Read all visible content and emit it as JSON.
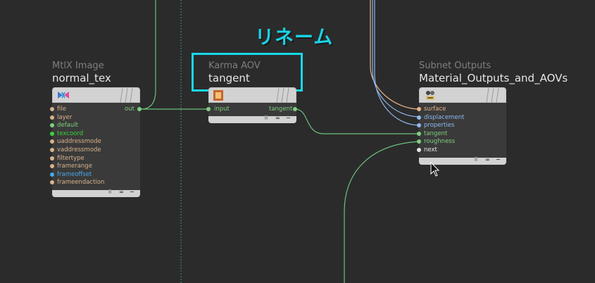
{
  "annotation": {
    "text": "リネーム"
  },
  "nodes": {
    "mtlx_image": {
      "type_label": "MtlX Image",
      "name": "normal_tex",
      "inputs": [
        {
          "label": "file",
          "color": "#d9b38c"
        },
        {
          "label": "layer",
          "color": "#d9b38c"
        },
        {
          "label": "default",
          "color": "#7fcf7f"
        },
        {
          "label": "texcoord",
          "color": "#39d339"
        },
        {
          "label": "uaddressmode",
          "color": "#d9b38c"
        },
        {
          "label": "vaddressmode",
          "color": "#d9b38c"
        },
        {
          "label": "filtertype",
          "color": "#d9b38c"
        },
        {
          "label": "framerange",
          "color": "#d9b38c"
        },
        {
          "label": "frameoffset",
          "color": "#4aa8e8"
        },
        {
          "label": "frameendaction",
          "color": "#d9b38c"
        }
      ],
      "output": {
        "label": "out",
        "color": "#7fcf7f"
      },
      "footer_icons": [
        "⠿",
        "=",
        "−"
      ]
    },
    "karma_aov": {
      "type_label": "Karma AOV",
      "name": "tangent",
      "input": {
        "label": "input",
        "color": "#7fcf7f"
      },
      "output": {
        "label": "tangent",
        "color": "#7fcf7f"
      },
      "footer_icons": [
        "⠿",
        "=",
        "−"
      ]
    },
    "subnet_outputs": {
      "type_label": "Subnet Outputs",
      "name": "Material_Outputs_and_AOVs",
      "inputs": [
        {
          "label": "surface",
          "color": "#e8b48a"
        },
        {
          "label": "displacement",
          "color": "#8fb7ee"
        },
        {
          "label": "properties",
          "color": "#8fb7ee"
        },
        {
          "label": "tangent",
          "color": "#7fcf7f"
        },
        {
          "label": "roughness",
          "color": "#7fcf7f"
        },
        {
          "label": "next",
          "color": "#e6e6e6"
        }
      ],
      "footer_icons": [
        "⠿",
        "=",
        "−"
      ]
    }
  },
  "colors": {
    "background": "#2b2b2b",
    "highlight": "#18d8e8",
    "wire_green": "#6cc07c",
    "wire_orange": "#e8b48a",
    "wire_blue": "#8fb7ee"
  }
}
